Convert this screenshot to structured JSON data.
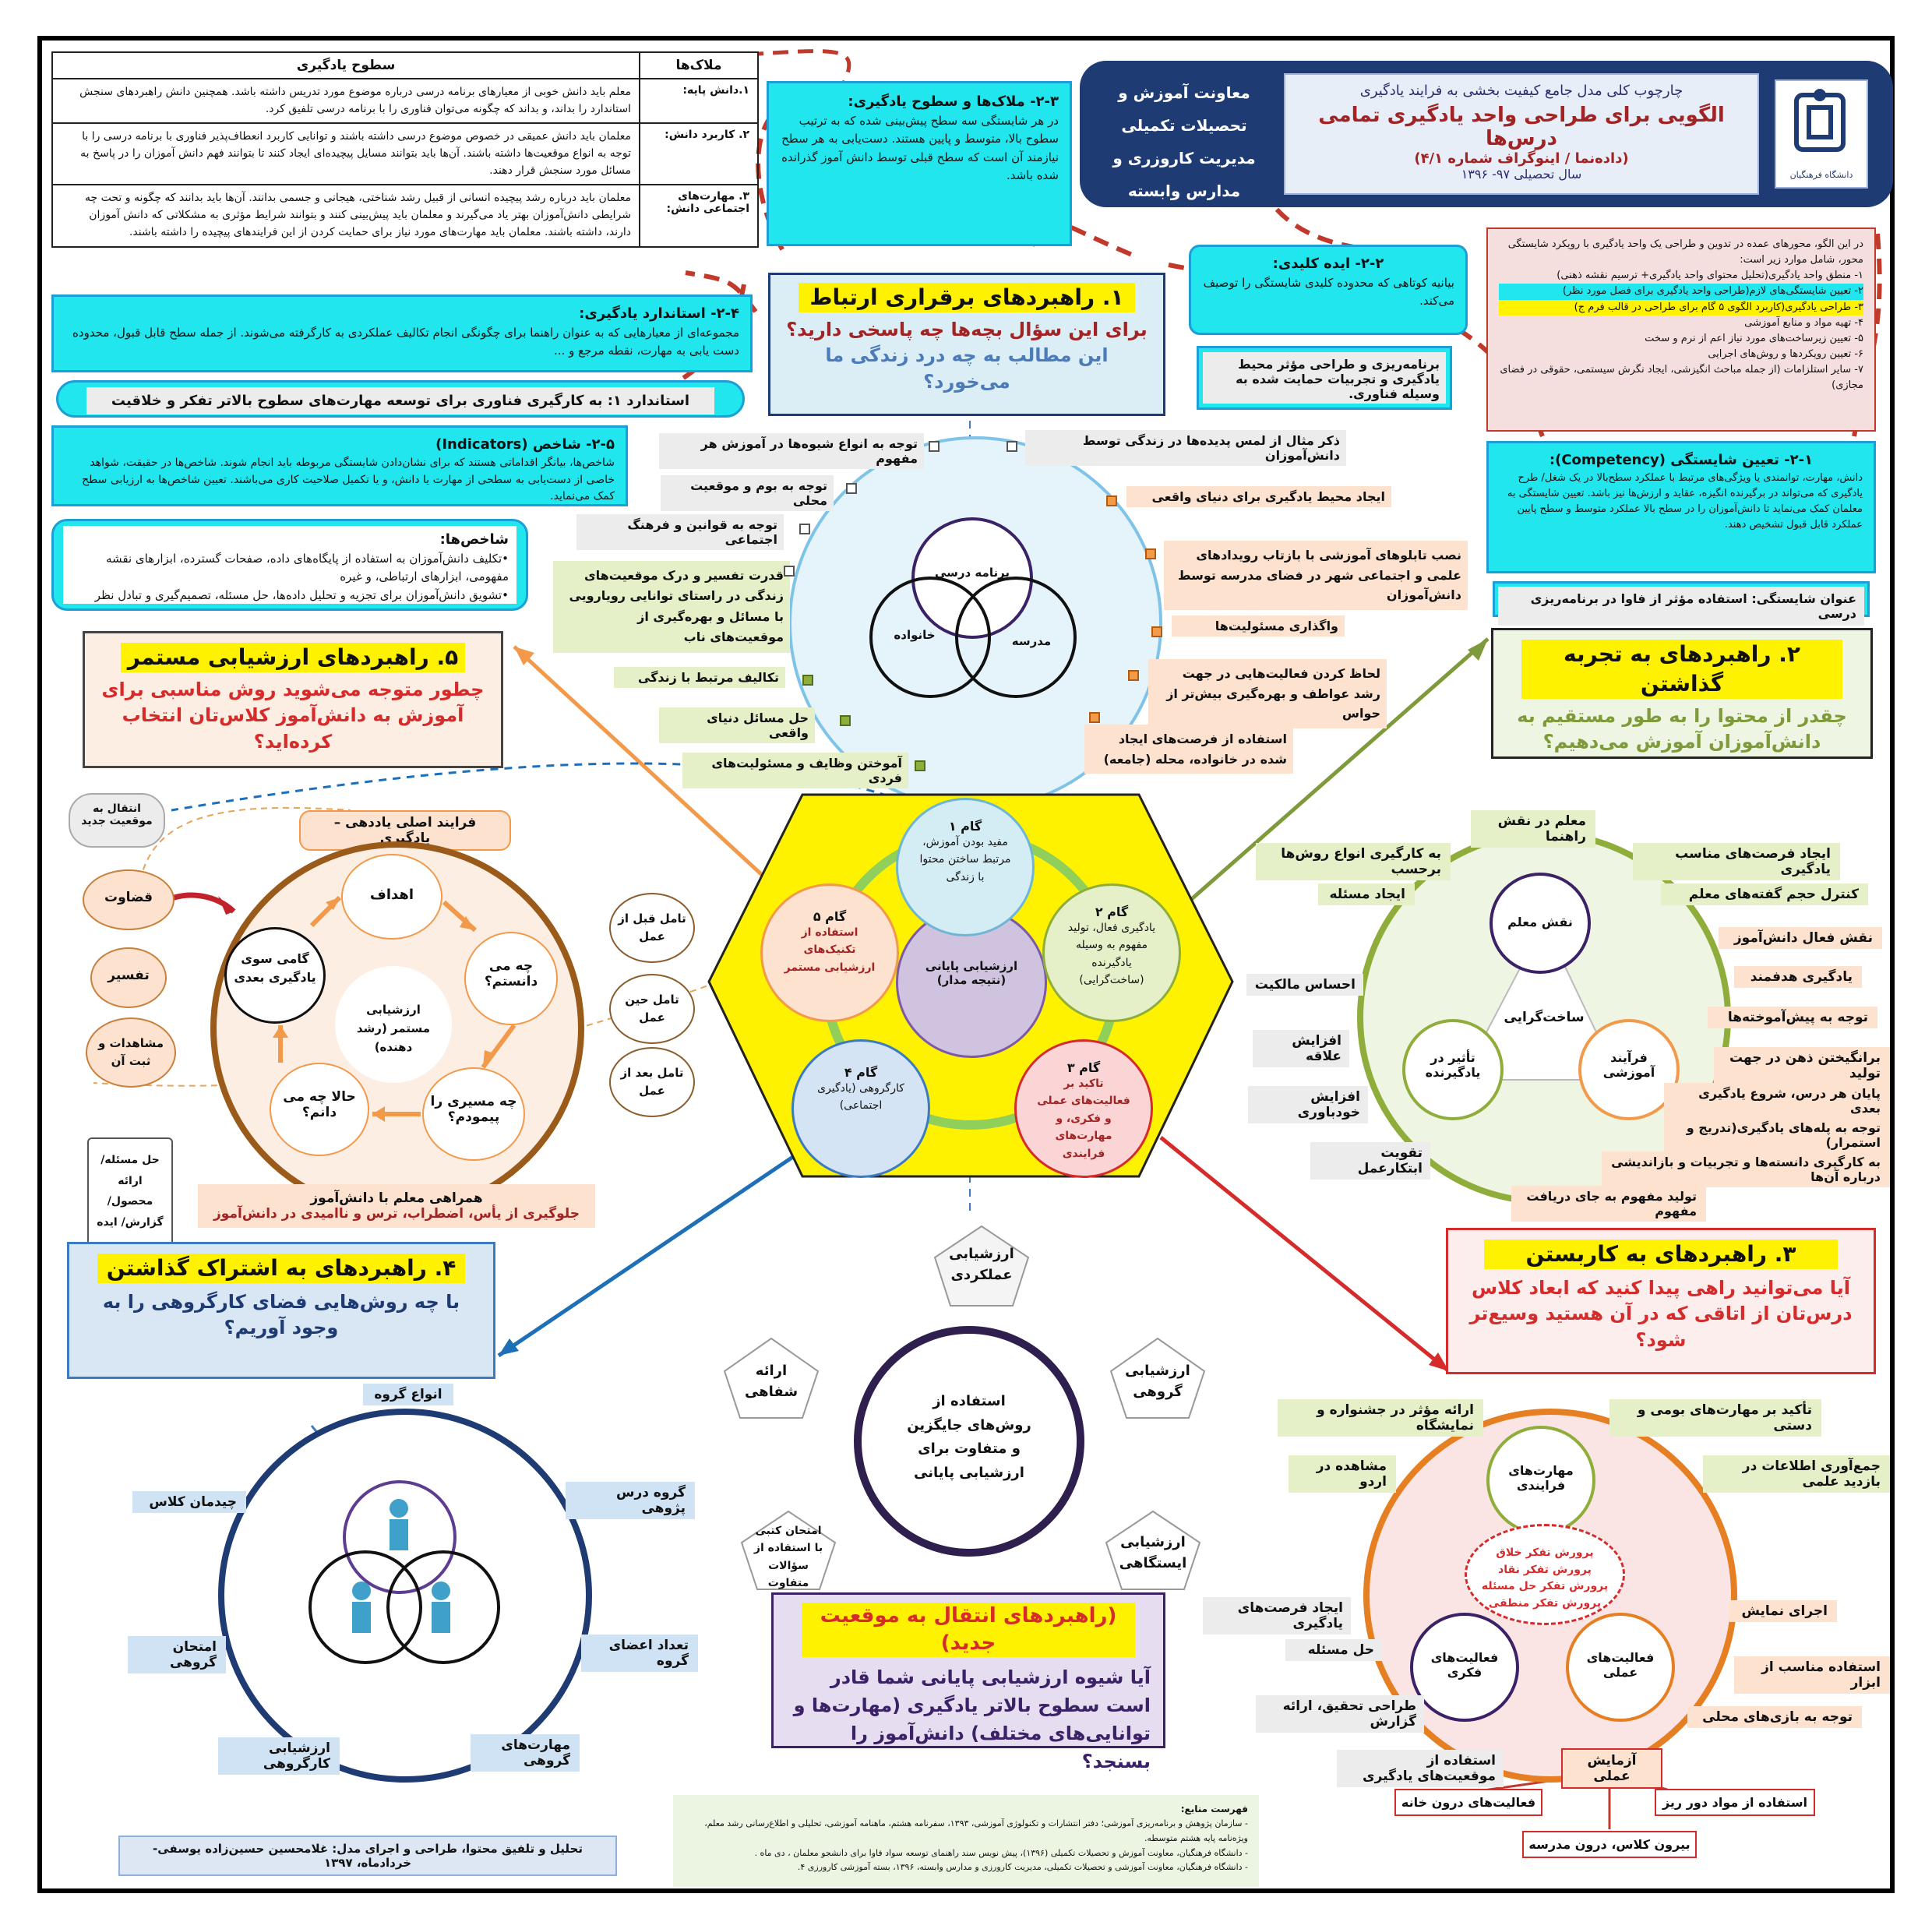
{
  "header": {
    "subtitle": "چارچوب کلی مدل جامع کیفیت بخشی به فرایند یادگیری",
    "title": "الگویی برای طراحی واحد یادگیری تمامی درس‌ها",
    "info": "(داده‌نما / اینوگراف شماره ۴/۱)",
    "year": "سال تحصیلی ۹۷- ۱۳۹۶",
    "org1": "معاونت آموزش و تحصیلات تکمیلی",
    "org2": "مدیریت کاروزری و مدارس وابسته",
    "logo_text": "دانشگاه فرهنگیان"
  },
  "table": {
    "col1": "ملاک‌ها",
    "col2": "سطوح یادگیری",
    "rows": [
      {
        "k": "۱.دانش پایه:",
        "v": "معلم باید دانش خوبی از معیارهای برنامه درسی درباره موضوع مورد تدریس داشته باشد. همچنین دانش راهبردهای سنجش استاندارد را بداند، و بداند که چگونه می‌توان فناوری را با برنامه درسی تلفیق کرد."
      },
      {
        "k": "۲. کاربرد دانش:",
        "v": "معلمان باید دانش عمیقی در خصوص موضوع درسی داشته باشند و توانایی کاربرد انعطاف‌پذیر فناوری با برنامه درسی را با توجه به انواع موقعیت‌ها داشته باشند. آن‌ها باید بتوانند مسایل پیچیده‌ای ایجاد کنند تا بتوانند فهم دانش آموزان را در پاسخ به مسائل مورد سنجش قرار دهند."
      },
      {
        "k": "۳. مهارت‌های اجتماعی دانش:",
        "v": "معلمان باید درباره رشد پیچیده انسانی از قبیل رشد شناختی، هیجانی و جسمی بدانند. آن‌ها باید بدانند که چگونه و تحت چه شرایطی دانش‌آموزان بهتر یاد می‌گیرند و معلمان باید پیش‌بینی کنند و بتوانند شرایط مؤثری به مشکلاتی که دانش آموزان دارند، داشته باشند. معلمان باید مهارت‌های مورد نیاز برای حمایت کردن از این فرایندهای پیچیده را داشته باشند."
      }
    ]
  },
  "boxes": {
    "b23_title": "۲-۳- ملاک‌ها و سطوح یادگیری:",
    "b23_text": "در هر شایستگی سه سطح پیش‌بینی شده که به ترتیب سطوح بالا، متوسط و پایین هستند. دست‌یابی به هر سطح نیازمند آن است که سطح قبلی توسط دانش آموز گذرانده شده باشد.",
    "b24_title": "۲-۴- استاندارد یادگیری:",
    "b24_text": "مجموعه‌ای از معیارهایی که به عنوان راهنما برای چگونگی انجام تکالیف عملکردی به کارگرفته می‌شوند. از جمله سطح قابل قبول، محدوده دست یابی به مهارت، نقطه مرجع و ...",
    "std1": "استاندارد ۱: به کارگیری فناوری برای توسعه مهارت‌های سطوح بالاتر تفکر و خلاقیت",
    "b25_title": "۲-۵- شاخص (Indicators)",
    "b25_text": "شاخص‌ها، بیانگر اقداماتی هستند که برای نشان‌دادن شایستگی مربوطه باید انجام شوند. شاخص‌ها در حقیقت، شواهد خاصی از دست‌یابی به سطحی از مهارت یا دانش، و یا تکمیل صلاحیت کاری می‌باشند. تعیین شاخص‌ها به ارزیابی سطح کمک می‌نماید.",
    "ind_title": "شاخص‌ها:",
    "ind1": "•تکلیف دانش‌آموزان به استفاده از پایگاه‌های داده، صفحات گسترده، ابزارهای نقشه مفهومی، ابزارهای ارتباطی، و غیره",
    "ind2": "•تشویق دانش‌آموزان برای تجزیه و تحلیل داده‌ها، حل مسئله، تصمیم‌گیری و تبادل نظر",
    "b22_title": "۲-۲- ایده کلیدی:",
    "b22_text": "بیانیه کوتاهی که محدوده کلیدی شایستگی را توصیف می‌کند.",
    "tech_box": "برنامه‌ریزی و طراحی مؤثر محیط یادگیری و تجربیات حمایت شده به وسیله فناوری.",
    "intro_text": "در این الگو، محورهای عمده در تدوین و طراحی یک واحد یادگیری با رویکرد شایستگی محور، شامل موارد زیر است:",
    "intro_items": [
      "۱- منطق واحد یادگیری(تحلیل محتوای واحد یادگیری+ ترسیم نقشه ذهنی)",
      "۲- تعیین شایستگی‌های لازم(طراحی واحد یادگیری برای فصل مورد نظر)",
      "۳- طراحی یادگیری(کاربرد الگوی ۵ گام برای طراحی در قالب فرم ج)",
      "۴- تهیه مواد و منابع آموزشی",
      "۵- تعیین زیرساخت‌های مورد نیاز اعم از نرم و سخت",
      "۶- تعیین رویکردها و روش‌های اجرایی",
      "۷- سایر استلزامات (از جمله مباحث انگیزشی، ایجاد نگرش سیستمی، حقوقی در فضای مجازی)"
    ],
    "b21_title": "۲-۱- تعیین شایستگی (Competency):",
    "b21_text": "دانش، مهارت، توانمندی یا ویژگی‌های مرتبط با عملکرد سطح‌بالا در یک شغل/ طرح یادگیری که می‌تواند در برگیرنده انگیزه، عقاید و ارزش‌ها نیز باشد. تعیین شایستگی به معلمان کمک می‌نماید تا دانش‌آموزان را در سطح بالا عملکرد متوسط و سطح پایین عملکرد قابل قبول تشخیص دهند.",
    "comp_title": "عنوان شایستگی: استفاده مؤثر از فاوا در برنامه‌ریزی درسی"
  },
  "s1": {
    "title": "۱. راهبردهای برقراری ارتباط",
    "q1": "برای این سؤال بچه‌ها چه پاسخی دارید؟",
    "q2": "این مطالب به چه درد زندگی ما می‌خورد؟",
    "venn": [
      "برنامه درسی",
      "خانواده",
      "مدرسه"
    ],
    "left": [
      "توجه به انواع شیوه‌ها در آموزش هر مفهوم",
      "توجه به بوم و موقعیت محلی",
      "توجه به قوانین و فرهنگ اجتماعی",
      "قدرت تفسیر و درک موقعیت‌های زندگی در راستای توانایی رویارویی با مسائل و بهره‌گیری از موقعیت‌های ناب",
      "تکالیف مرتبط با زندگی",
      "حل مسائل دنیای واقعی",
      "آموختن وظایف و مسئولیت‌های فردی"
    ],
    "right": [
      "ذکر مثال از لمس پدیده‌ها در زندگی توسط دانش‌آموزان",
      "ایجاد محیط یادگیری برای دنیای واقعی",
      "نصب تابلوهای آموزشی با بازتاب رویدادهای علمی و اجتماعی شهر در فضای مدرسه توسط دانش‌آموزان",
      "واگذاری مسئولیت‌ها",
      "لحاظ کردن فعالیت‌هایی در جهت رشد عواطف و بهره‌گیری بیش‌تر از حواس",
      "استفاده از فرصت‌های ایجاد شده در خانواده، محله (جامعه)"
    ]
  },
  "hex": {
    "center": "ارزشیابی پایانی (نتیجه مدار)",
    "g1_t": "گام ۱",
    "g1": "مفید بودن آموزش، مرتبط ساختن محتوا با زندگی",
    "g2_t": "گام ۲",
    "g2": "یادگیری فعال، تولید مفهوم به وسیله یادگیرنده (ساخت‌گرایی)",
    "g3_t": "گام ۳",
    "g3": "تاکید بر فعالیت‌های عملی و فکری، و مهارت‌های فرایندی",
    "g4_t": "گام ۴",
    "g4": "کارگروهی (یادگیری اجتماعی)",
    "g5_t": "گام ۵",
    "g5": "استفاده از تکنیک‌های ارزشیابی مستمر"
  },
  "s2": {
    "title": "۲. راهبردهای به تجربه گذاشتن",
    "q": "چقدر از محتوا را به طور مستقیم به دانش‌آموزان آموزش می‌دهیم؟",
    "center": "ساخت‌گرایی",
    "c1": "نقش معلم",
    "c2": "تأثیر در یادگیرنده",
    "c3": "فرآیند آموزشی",
    "items": [
      "معلم در نقش راهنما",
      "به کارگیری انواع روش‌ها برحسب",
      "ایجاد فرصت‌های مناسب یادگیری",
      "ایجاد مسئله",
      "کنترل حجم گفته‌های معلم",
      "نقش فعال دانش‌آموز",
      "احساس مالکیت",
      "یادگیری هدفمند",
      "توجه به پیش‌آموخته‌ها",
      "افزایش علاقه",
      "برانگیختن ذهن در جهت تولید",
      "افزایش خودباوری",
      "پایان هر درس، شروع یادگیری بعدی",
      "توجه به پله‌های یادگیری(تدریج و استمرار)",
      "تقویت ابتکارعمل",
      "به کارگیری دانسته‌ها و تجربیات و بازاندیشی درباره آن‌ها",
      "تولید مفهوم به جای دریافت مفهوم"
    ]
  },
  "s3": {
    "title": "۳. راهبردهای به کاربستن",
    "q": "آیا می‌توانید راهی پیدا کنید که ابعاد کلاس درس‌تان از اتاقی که در آن هستید وسیع‌تر شود؟",
    "c1": "مهارت‌های فرایندی",
    "c2": "فعالیت‌های فکری",
    "c3": "فعالیت‌های عملی",
    "core": [
      "پرورش تفکر خلاق",
      "پرورش تفکر نقاد",
      "پرورش تفکر حل مسئله",
      "پرورش تفکر منطقی"
    ],
    "items": [
      "ارائه مؤثر در جشنواره و نمایشگاه",
      "تأکید بر مهارت‌های بومی و دستی",
      "مشاهده در اردو",
      "جمع‌آوری اطلاعات در بازدید علمی",
      "ایجاد فرصت‌های یادگیری",
      "اجرای نمایش",
      "حل مسئله",
      "استفاده مناسب از ابزار",
      "طراحی تحقیق، ارائه گزارش",
      "توجه به بازی‌های محلی",
      "استفاده از موقعیت‌های یادگیری",
      "آزمایش عملی"
    ],
    "exp": [
      "فعالیت‌های درون خانه",
      "استفاده از مواد دور ریز",
      "بیرون کلاس، درون مدرسه"
    ]
  },
  "s4": {
    "title": "۴. راهبردهای به اشتراک گذاشتن",
    "q": "با چه روش‌هایی فضای کارگروهی را به وجود آوریم؟",
    "items": [
      "انواع گروه",
      "گروه درس پژوهی",
      "چیدمان کلاس",
      "تعداد اعضای گروه",
      "امتحان گروهی",
      "مهارت‌های گروهی",
      "ارزشیابی کارگروهی"
    ]
  },
  "s5": {
    "title": "۵. راهبردهای ارزشیابی مستمر",
    "q": "چطور متوجه می‌شوید روش مناسبی برای آموزش به دانش‌آموز کلاس‌تان انتخاب کرده‌اید؟",
    "process": "فرایند اصلی یاددهی – یادگیری",
    "transfer": "انتقال به موقعیت جدید",
    "cycle": [
      "اهداف",
      "چه می دانستم؟",
      "چه مسیری را پیمودم؟",
      "حالا چه می دانم؟",
      "گامی سوی یادگیری بعدی"
    ],
    "center": "ارزشیابی مستمر (رشد دهنده)",
    "left": [
      "قضاوت",
      "تفسیر",
      "مشاهدات و ثبت آن"
    ],
    "right": [
      "تامل قبل از عمل",
      "تامل حین عمل",
      "تامل بعد از عمل"
    ],
    "scroll": "حل مسئله/ ارائه محصول/ گزارش/ ایده",
    "companion1": "همراهی معلم با دانش‌آموز",
    "companion2": "جلوگیری از یأس، اضطراب، ترس و ناامیدی در دانش‌آموز"
  },
  "s6": {
    "top": "ارزشیابی عملکردی",
    "left": "ارائه شفاهی",
    "right": "ارزشیابی گروهی",
    "bl": "امتحان کتبی با استفاده از سؤالات متفاوت",
    "br": "ارزشیابی ایستگاهی",
    "center": "استفاده از روش‌های جایگزین و متفاوت برای ارزشیابی پایانی",
    "title": "(راهبردهای انتقال به موقعیت جدید)",
    "q": "آیا شیوه ارزشیابی پایانی شما قادر است سطوح بالاتر یادگیری (مهارت‌ها و توانایی‌های مختلف) دانش‌آموز را بسنجد؟"
  },
  "footer": {
    "refs_title": "فهرست منابع:",
    "refs": [
      "- سازمان پژوهش و برنامه‌ریزی آموزشی؛ دفتر انتشارات و تکنولوژی آموزشی، ۱۳۹۳، سفرنامه هشتم، ماهنامه آموزشی، تحلیلی و اطلاع‌رسانی رشد معلم، ویژه‌نامه پایه هشتم متوسطه.",
      "- دانشگاه فرهنگیان، معاونت آموزش و تحصیلات تکمیلی (۱۳۹۶)، پیش نویس سند راهنمای توسعه سواد فاوا برای دانشجو معلمان ، دی ماه .",
      "- دانشگاه فرهنگیان، معاونت آموزشی و تحصیلات تکمیلی، مدیریت کارورزی و مدارس وابسته، ۱۳۹۶، بسته آموزشی کارورزی ۴."
    ],
    "credit": "تحلیل و تلفیق محتوا، طراحی و اجرای مدل: غلامحسین حسین‌زاده یوسفی- خردادماه، ۱۳۹۷"
  }
}
